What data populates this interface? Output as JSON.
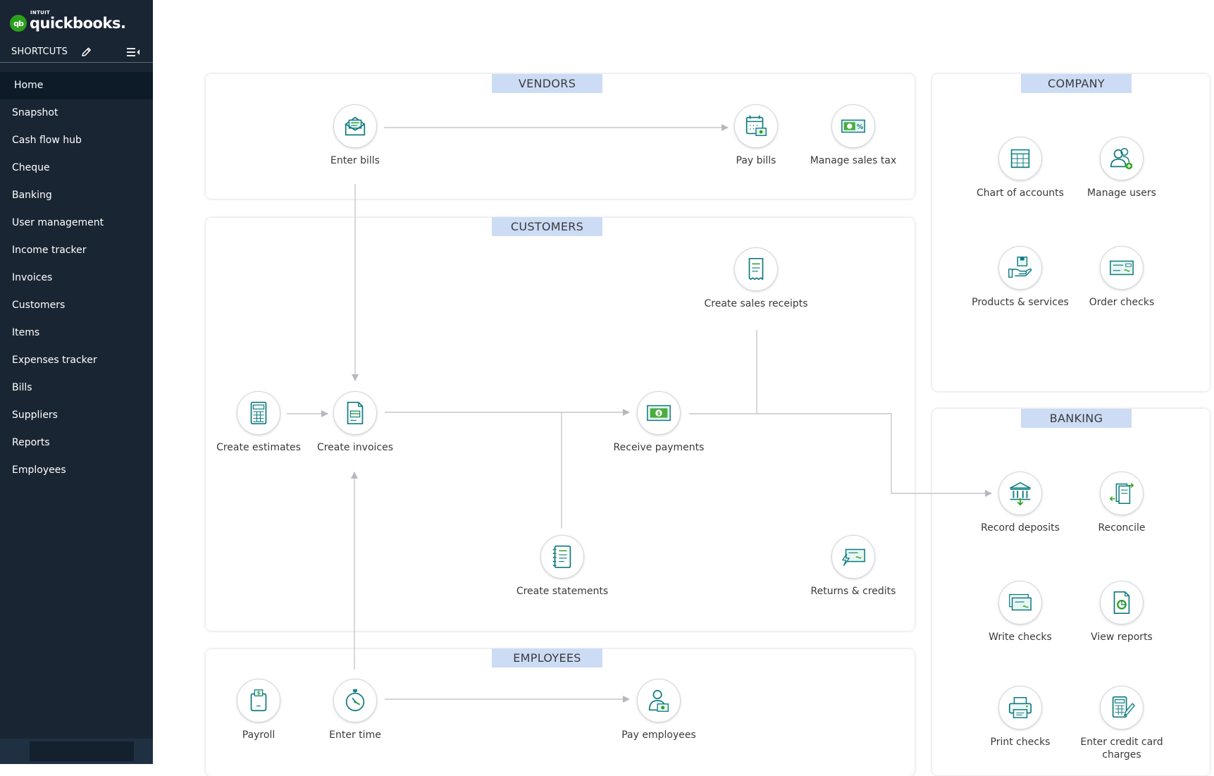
{
  "app": {
    "brand_intuit": "INTUIT",
    "brand_name": "quickbooks.",
    "brand_mark": "qb"
  },
  "sidebar": {
    "shortcuts_label": "SHORTCUTS",
    "items": [
      {
        "label": "Home",
        "active": true
      },
      {
        "label": "Snapshot"
      },
      {
        "label": "Cash flow hub"
      },
      {
        "label": "Cheque"
      },
      {
        "label": "Banking"
      },
      {
        "label": "User management"
      },
      {
        "label": "Income tracker"
      },
      {
        "label": "Invoices"
      },
      {
        "label": "Customers"
      },
      {
        "label": "Items"
      },
      {
        "label": "Expenses tracker"
      },
      {
        "label": "Bills"
      },
      {
        "label": "Suppliers"
      },
      {
        "label": "Reports"
      },
      {
        "label": "Employees"
      }
    ]
  },
  "sections": {
    "vendors": "VENDORS",
    "customers": "CUSTOMERS",
    "employees": "EMPLOYEES",
    "company": "COMPANY",
    "banking": "BANKING"
  },
  "vendors": {
    "enter_bills": "Enter bills",
    "pay_bills": "Pay bills",
    "manage_sales_tax": "Manage sales tax"
  },
  "customers": {
    "create_sales_receipts": "Create sales receipts",
    "create_estimates": "Create estimates",
    "create_invoices": "Create invoices",
    "receive_payments": "Receive payments",
    "create_statements": "Create statements",
    "returns_credits": "Returns & credits"
  },
  "employees": {
    "payroll": "Payroll",
    "enter_time": "Enter time",
    "pay_employees": "Pay employees"
  },
  "company": {
    "chart_of_accounts": "Chart of accounts",
    "manage_users": "Manage users",
    "products_services": "Products & services",
    "order_checks": "Order checks"
  },
  "banking": {
    "record_deposits": "Record deposits",
    "reconcile": "Reconcile",
    "write_checks": "Write checks",
    "view_reports": "View reports",
    "print_checks": "Print checks",
    "enter_credit_card_charges": "Enter credit card charges"
  },
  "colors": {
    "sidebar_bg": "#1a2533",
    "brand_green": "#2ca01c",
    "icon_teal": "#0f7b80",
    "section_title_bg": "#cddcf5"
  }
}
